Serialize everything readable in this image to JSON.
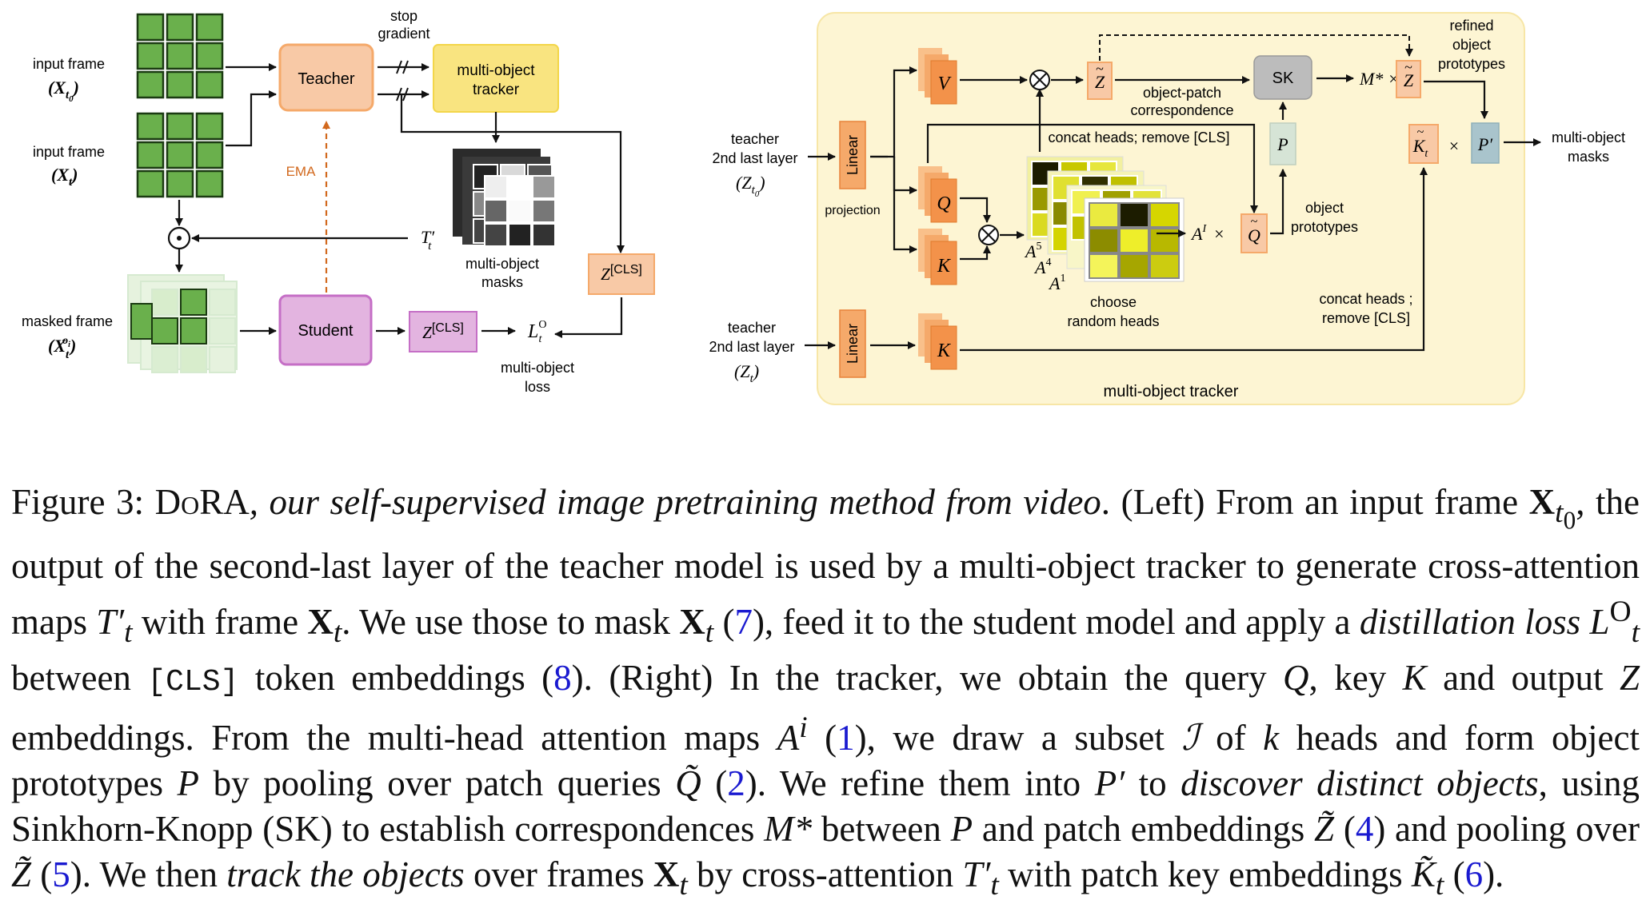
{
  "left": {
    "input_frame_1": "input frame",
    "input_frame_1_var": "(X",
    "input_frame_1_sub": "t",
    "input_frame_1_sub2": "0",
    "input_frame_2": "input frame",
    "input_frame_2_var": "(X",
    "input_frame_2_sub": "t",
    "masked_frame": "masked frame",
    "masked_frame_var": "(X",
    "masked_frame_sub": "t",
    "masked_frame_sup": "o",
    "masked_frame_sup2": "i",
    "teacher": "Teacher",
    "student": "Student",
    "stop_gradient_1": "stop",
    "stop_gradient_2": "gradient",
    "tracker_1": "multi-object",
    "tracker_2": "tracker",
    "ema": "EMA",
    "t_prime": "T",
    "t_prime_sub": "t",
    "masks_1": "multi-object",
    "masks_2": "masks",
    "z_cls": "Z",
    "cls": "[CLS]",
    "loss_L": "L",
    "loss_sup": "O",
    "loss_sub": "t",
    "loss_1": "multi-object",
    "loss_2": "loss"
  },
  "right": {
    "teacher_a_1": "teacher",
    "teacher_a_2": "2nd last layer",
    "teacher_a_var": "(Z",
    "teacher_a_sub": "t",
    "teacher_a_sub2": "0",
    "teacher_b_1": "teacher",
    "teacher_b_2": "2nd last layer",
    "teacher_b_var": "(Z",
    "teacher_b_sub": "t",
    "linear": "Linear",
    "projection": "projection",
    "V": "V",
    "Q": "Q",
    "K": "K",
    "K2": "K",
    "Z": "Z",
    "obj_patch_1": "object-patch",
    "obj_patch_2": "correspondence",
    "sk": "SK",
    "m_star": "M* ×",
    "refined_1": "refined",
    "refined_2": "object",
    "refined_3": "prototypes",
    "concat_1": "concat heads; remove [CLS]",
    "P": "P",
    "Kt": "K",
    "P_prime": "P′",
    "times": "×",
    "mo_masks_1": "multi-object",
    "mo_masks_2": "masks",
    "A5": "A",
    "A4": "A",
    "A1": "A",
    "A5_sup": "5",
    "A4_sup": "4",
    "A1_sup": "1",
    "AI": "A",
    "AI_sup": "I",
    "Q_tilde": "Q",
    "obj_proto_1": "object",
    "obj_proto_2": "prototypes",
    "choose_1": "choose",
    "choose_2": "random heads",
    "concat2_1": "concat heads ;",
    "concat2_2": "remove [CLS]",
    "panel_label": "multi-object tracker"
  },
  "caption": {
    "p01": "Figure 3: D",
    "p02": "o",
    "p03": "RA",
    "p04": ", our self-supervised image pretraining method from video",
    "p05": ". (Left) From an input frame ",
    "p06": "X",
    "p07": "t",
    "p08": "0",
    "p09": ", the output of the second-last layer of the teacher model is used by a multi-object tracker to generate cross-attention maps ",
    "p10": "T′",
    "p11": "t",
    "p12": " with frame ",
    "p13": "X",
    "p14": "t",
    "p15": ". We use those to mask ",
    "p16": "X",
    "p17": "t",
    "p18": " (",
    "p19": "7",
    "p20": "), feed it to the student model and apply a ",
    "p21": "distillation loss",
    "p22": " ",
    "p23": "L",
    "p24": "O",
    "p25": "t",
    "p26": " between ",
    "p27": "[CLS]",
    "p28": " token embeddings (",
    "p29": "8",
    "p30": "). (Right) In the tracker, we obtain the query ",
    "p31": "Q",
    "p32": ", key ",
    "p33": "K",
    "p34": " and output ",
    "p35": "Z",
    "p36": " embeddings. From the multi-head attention maps ",
    "p37": "A",
    "p38": "i",
    "p39": " (",
    "p40": "1",
    "p41": "), we draw a subset ",
    "p42": "ℐ",
    "p43": " of ",
    "p44": "k",
    "p45": " heads and form object prototypes ",
    "p46": "P",
    "p47": " by pooling over patch queries ",
    "p48": "Q̃",
    "p49": " (",
    "p50": "2",
    "p51": "). We refine them into ",
    "p52": "P′",
    "p53": " to ",
    "p54": "discover distinct objects",
    "p55": ", using Sinkhorn-Knopp (SK) to establish correspondences ",
    "p56": "M*",
    "p57": " between ",
    "p58": "P",
    "p59": " and patch embeddings ",
    "p60": "Z̃",
    "p61": " (",
    "p62": "4",
    "p63": ") and pooling over ",
    "p64": "Z̃",
    "p65": " (",
    "p66": "5",
    "p67": "). We then ",
    "p68": "track the objects",
    "p69": " over frames ",
    "p70": "X",
    "p71": "t",
    "p72": " by cross-attention ",
    "p73": "T′",
    "p74": "t",
    "p75": " with patch key embeddings ",
    "p76": "K̃",
    "p77": "t",
    "p78": " (",
    "p79": "6",
    "p80": ")."
  },
  "colors": {
    "green_patch": "#6ab04c",
    "teacher_fill": "#f8c9a6",
    "student_fill": "#e3b4e0",
    "tracker_fill": "#f9e480",
    "orange_tile": "#f5a96a",
    "panel_bg": "#fdf5d3",
    "sk_fill": "#bcbcbc",
    "ema_color": "#d2691e",
    "cite_blue": "#1a1ad0"
  }
}
